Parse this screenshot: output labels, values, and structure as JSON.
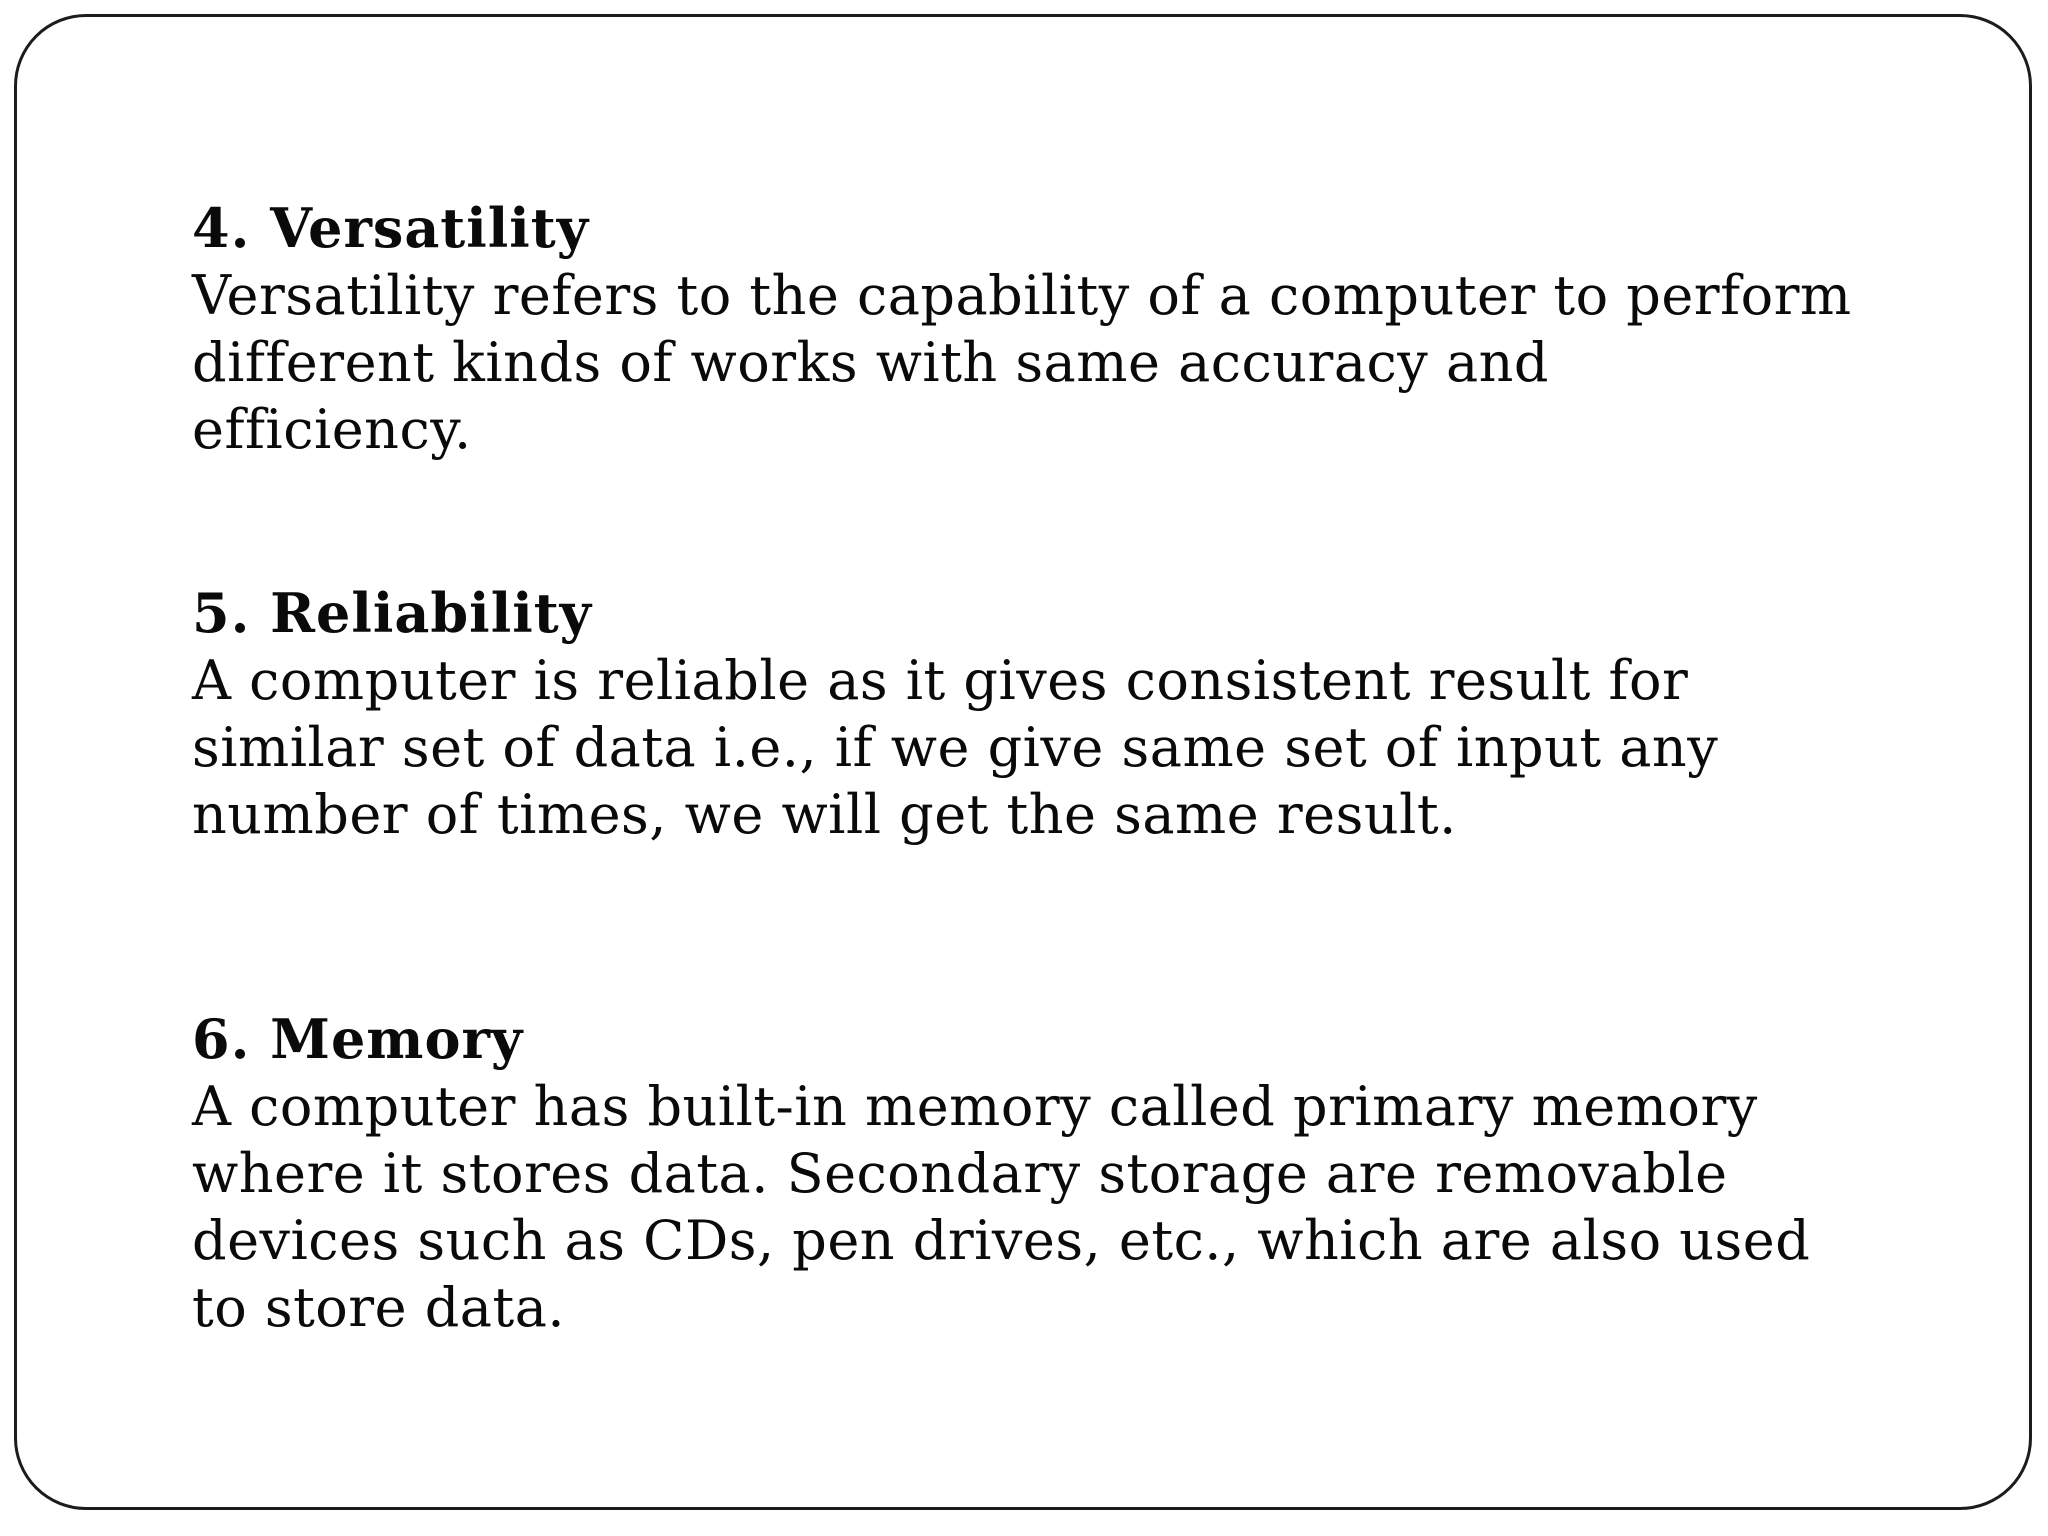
{
  "slide": {
    "colors": {
      "background": "#ffffff",
      "border": "#1c1c1c",
      "text": "#0a0a0a"
    },
    "sections": [
      {
        "heading": "4. Versatility",
        "body_lines": [
          "Versatility refers to the capability of a computer to perform",
          "different kinds of works with same accuracy and",
          "efficiency."
        ]
      },
      {
        "heading": "5. Reliability",
        "body_lines": [
          "A computer is reliable as it gives consistent result for",
          "similar set of data i.e., if we give same set of input any",
          "number of times, we will get the same result."
        ]
      },
      {
        "heading": "6. Memory",
        "body_lines": [
          "A computer has built-in memory called primary memory",
          "where it stores data. Secondary storage are removable",
          "devices such as CDs, pen drives, etc., which are also used",
          "to store data."
        ]
      }
    ]
  }
}
